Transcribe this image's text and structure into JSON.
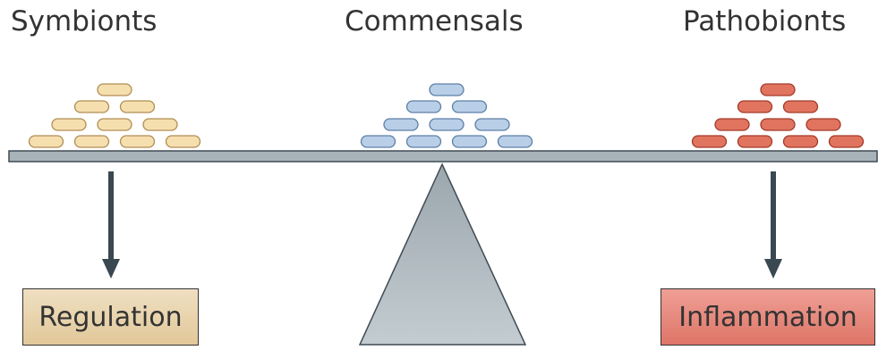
{
  "groups": {
    "symbionts": {
      "label": "Symbionts",
      "fill": "#f6dfaf",
      "stroke": "#b18e54"
    },
    "commensals": {
      "label": "Commensals",
      "fill": "#b9cfe7",
      "stroke": "#5d7fa6"
    },
    "pathobionts": {
      "label": "Pathobionts",
      "fill": "#e0745f",
      "stroke": "#a33b2a"
    }
  },
  "outcomes": {
    "regulation": "Regulation",
    "inflammation": "Inflammation"
  },
  "colors": {
    "beam": "#a8b3b9",
    "fulcrum": "#a9b4ba",
    "arrow": "#3a4851",
    "text": "#333333"
  }
}
